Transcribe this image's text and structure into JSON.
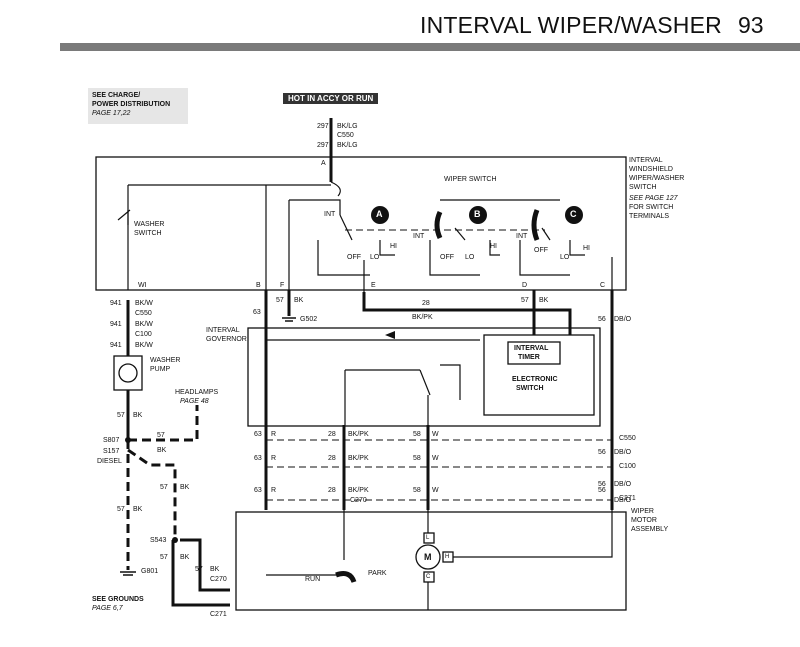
{
  "header": {
    "title": "INTERVAL WIPER/WASHER",
    "page_number": "93"
  },
  "notes": {
    "charge_l1": "SEE CHARGE/",
    "charge_l2": "POWER DISTRIBUTION",
    "charge_l3": "PAGE 17,22",
    "grounds_l1": "SEE GROUNDS",
    "grounds_l2": "PAGE 6,7",
    "hot": "HOT IN ACCY OR RUN"
  },
  "switch_box": {
    "title_l1": "INTERVAL",
    "title_l2": "WINDSHIELD",
    "title_l3": "WIPER/WASHER",
    "title_l4": "SWITCH",
    "ref_l1": "SEE PAGE 127",
    "ref_l2": "FOR SWITCH",
    "ref_l3": "TERMINALS",
    "washer_l1": "WASHER",
    "washer_l2": "SWITCH",
    "wiper_switch": "WIPER SWITCH",
    "a": "A",
    "b": "B",
    "c": "C",
    "int": "INT",
    "off": "OFF",
    "lo": "LO",
    "hi": "HI",
    "t_a": "A",
    "t_wi": "WI",
    "t_b": "B",
    "t_f": "F",
    "t_e": "E",
    "t_d": "D",
    "t_c": "C"
  },
  "wires": {
    "w297a": "297",
    "w297a_c": "BK/LG",
    "c550_top": "C550",
    "w297b": "297",
    "w297b_c": "BK/LG",
    "w941a": "941",
    "w941a_c": "BK/W",
    "c550a": "C550",
    "w941b": "941",
    "w941b_c": "BK/W",
    "c100a": "C100",
    "w941c": "941",
    "w941c_c": "BK/W",
    "w63a": "63",
    "w57a": "57",
    "w57a_c": "BK",
    "g502": "G502",
    "w28a": "28",
    "w28a_c": "BK/PK",
    "w57b": "57",
    "w57b_c": "BK",
    "w56a": "56",
    "w56a_c": "DB/O",
    "w57c": "57",
    "w57c_c": "BK",
    "headlamps": "HEADLAMPS",
    "headlamps_page": "PAGE 48",
    "s807": "S807",
    "s157": "S157",
    "diesel": "DIESEL",
    "w57d": "57",
    "w57d_c": "BK",
    "w57e": "57",
    "w57e_c": "BK",
    "w57f": "57",
    "w57f_c": "BK",
    "w57g": "57",
    "w57g_c": "BK",
    "s543": "S543",
    "w57h": "57",
    "w57h_c": "BK",
    "w57i": "57",
    "w57i_c": "BK",
    "c270a": "C270",
    "c271a": "C271",
    "g801": "G801",
    "washer_pump_l1": "WASHER",
    "washer_pump_l2": "PUMP",
    "r1n": "63",
    "r1c": "R",
    "r2n": "63",
    "r2c": "R",
    "r3n": "63",
    "r3c": "R",
    "p1n": "28",
    "p1c": "BK/PK",
    "p2n": "28",
    "p2c": "BK/PK",
    "p3n": "28",
    "p3c": "BK/PK",
    "c270b": "C270",
    "q1n": "58",
    "q1c": "W",
    "q2n": "58",
    "q2c": "W",
    "q3n": "58",
    "q3c": "W",
    "d1n": "56",
    "d1c": "DB/O",
    "d2n": "56",
    "d2c": "DB/O",
    "d3n": "56",
    "d3c": "DB/O",
    "c550b": "C550",
    "c100b": "C100",
    "c271b": "C271"
  },
  "governor": {
    "title_l1": "INTERVAL",
    "title_l2": "GOVERNOR",
    "timer_l1": "INTERVAL",
    "timer_l2": "TIMER",
    "esw_l1": "ELECTRONIC",
    "esw_l2": "SWITCH"
  },
  "motor": {
    "title_l1": "WIPER",
    "title_l2": "MOTOR",
    "title_l3": "ASSEMBLY",
    "run": "RUN",
    "park": "PARK",
    "m": "M",
    "l": "L",
    "h": "H",
    "c": "C"
  },
  "colors": {
    "line": "#111111",
    "header_bar": "#7a7a7a",
    "hot_bg": "#333333",
    "shade": "#e6e6e6"
  }
}
